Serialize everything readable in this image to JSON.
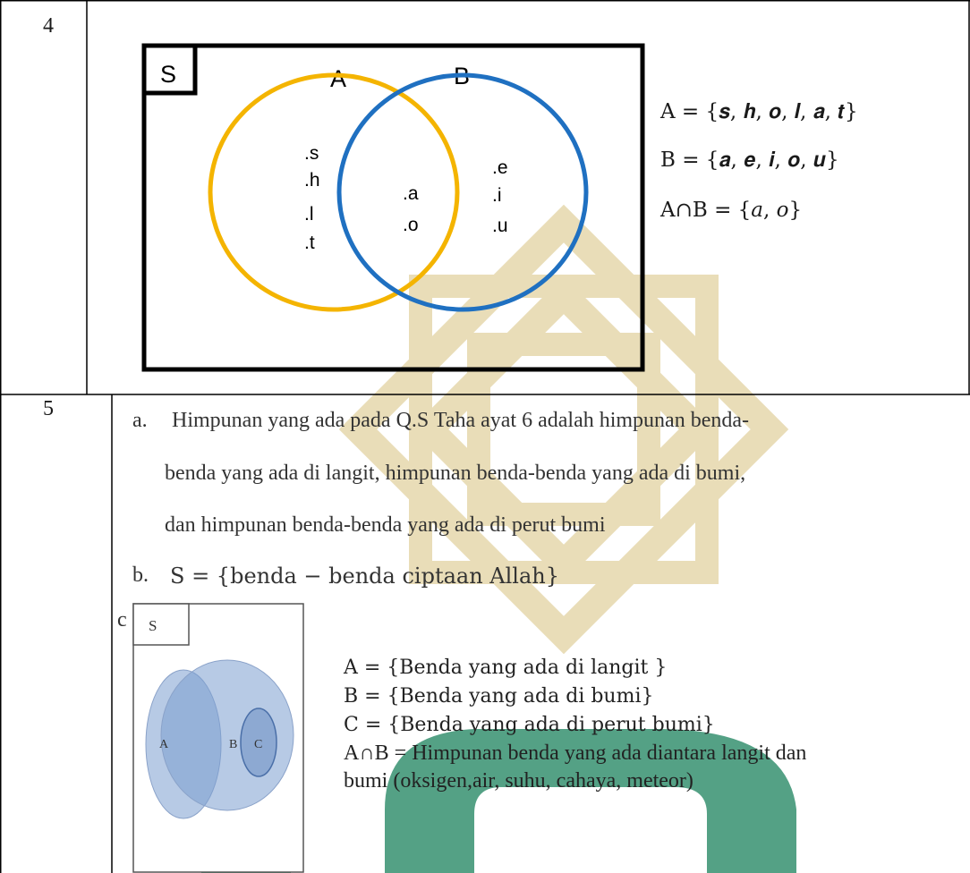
{
  "rows": [
    {
      "number": "4",
      "venn": {
        "universe_label": "S",
        "set_labels": [
          "A",
          "B"
        ],
        "a_only": [
          ".s",
          ".h",
          ".l",
          ".t"
        ],
        "intersection": [
          ".a",
          ".o"
        ],
        "b_only": [
          ".e",
          ".i",
          ".u"
        ]
      },
      "sets": [
        "A = {𝒔, 𝒉, 𝒐, 𝒍, 𝒂, 𝒕}",
        "B = {𝒂, 𝒆, 𝒊, 𝒐, 𝒖}",
        "A∩B = {𝑎, 𝑜}"
      ]
    },
    {
      "number": "5",
      "part_a": {
        "marker": "a.",
        "lines": [
          "Himpunan yang ada pada Q.S Taha  ayat 6 adalah himpunan benda-",
          "benda yang ada di langit, himpunan benda-benda yang ada di bumi,",
          "dan himpunan benda-benda yang ada di perut bumi"
        ]
      },
      "part_b": {
        "marker": "b.",
        "text": "S = {benda − benda ciptaan Allah}"
      },
      "part_c": {
        "marker": "c",
        "venn": {
          "universe_label": "S",
          "set_labels": [
            "A",
            "B",
            "C"
          ]
        },
        "definitions": [
          "A = {Benda yang ada di langit }",
          "B = {Benda yang ada di bumi}",
          "C = {Benda yang ada di perut bumi}"
        ],
        "intersection_lines": [
          "A∩B = Himpunan benda yang ada diantara langit dan",
          "bumi (oksigen,air, suhu, cahaya, meteor)"
        ]
      }
    }
  ],
  "colors": {
    "set_a_circle": "#F4B400",
    "set_b_circle": "#1F70C1",
    "venn_fill": "#7C9FD0",
    "watermark_gold": "#E4D4A8",
    "watermark_green": "#2E8C6A"
  }
}
